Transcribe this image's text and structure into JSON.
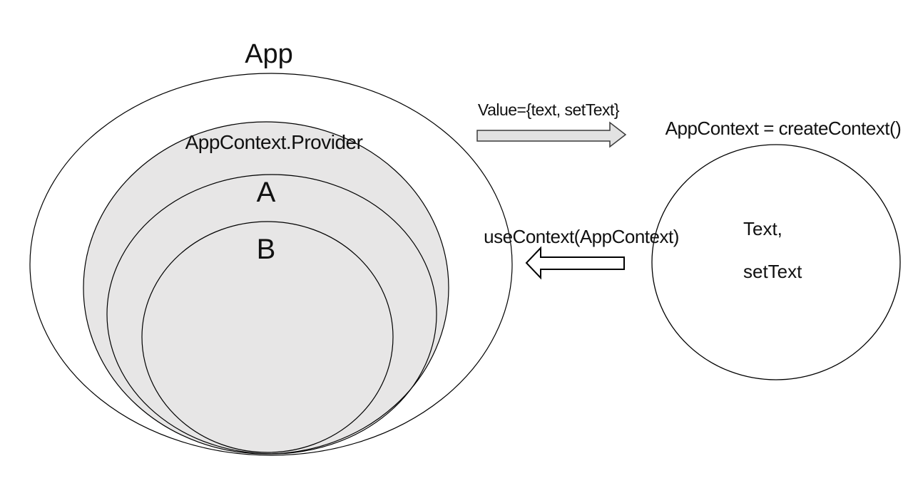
{
  "diagram": {
    "left_group": {
      "app_label": "App",
      "provider_label": "AppContext.Provider",
      "component_a_label": "A",
      "component_b_label": "B"
    },
    "arrows": {
      "provide_label": "Value={text, setText}",
      "consume_label": "useContext(AppContext)"
    },
    "right_group": {
      "create_label": "AppContext = createContext()",
      "state_text_label": "Text,",
      "state_settext_label": "setText"
    },
    "colors": {
      "shade_gray": "#e7e6e6",
      "arrow_gray": "#e2e2e2",
      "stroke_black": "#000000",
      "arrow_outline": "#3a3a3a",
      "background": "#ffffff"
    }
  }
}
